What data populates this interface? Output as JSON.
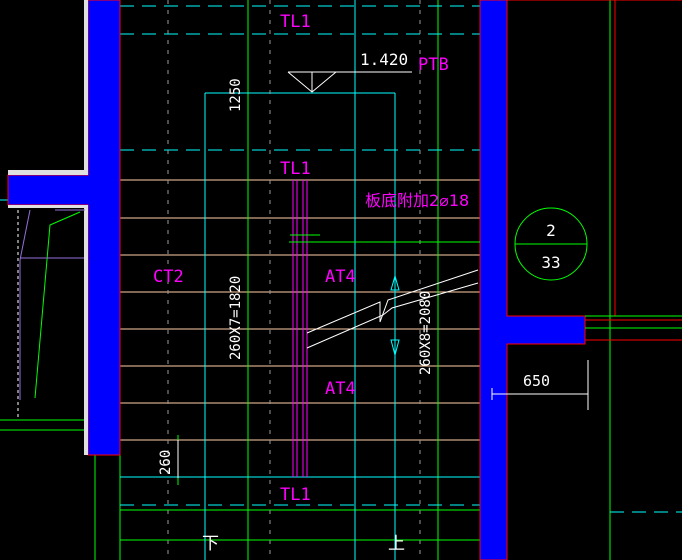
{
  "drawing": {
    "labels": {
      "tl1_top": "TL1",
      "tl1_mid": "TL1",
      "tl1_bottom": "TL1",
      "elevation": "1.420",
      "ptb": "PTB",
      "dim_1250": "1250",
      "rebar_note": "板底附加2⌀18",
      "ct2": "CT2",
      "at4_upper": "AT4",
      "at4_lower": "AT4",
      "flight_left": "260X7=1820",
      "flight_right": "260X8=2080",
      "dim_650": "650",
      "dim_260": "260",
      "down_arrow_text": "下",
      "up_arrow_text": "上"
    },
    "section_marker": {
      "number": "2",
      "sheet": "33"
    }
  },
  "colors": {
    "background": "#000000",
    "wall": "#0000ff",
    "magenta_text": "#ff00ff",
    "white_text": "#ffffff",
    "green": "#00ff00",
    "cyan": "#00ffff",
    "tread": "#ffcc99",
    "red_edge": "#ff0000"
  }
}
